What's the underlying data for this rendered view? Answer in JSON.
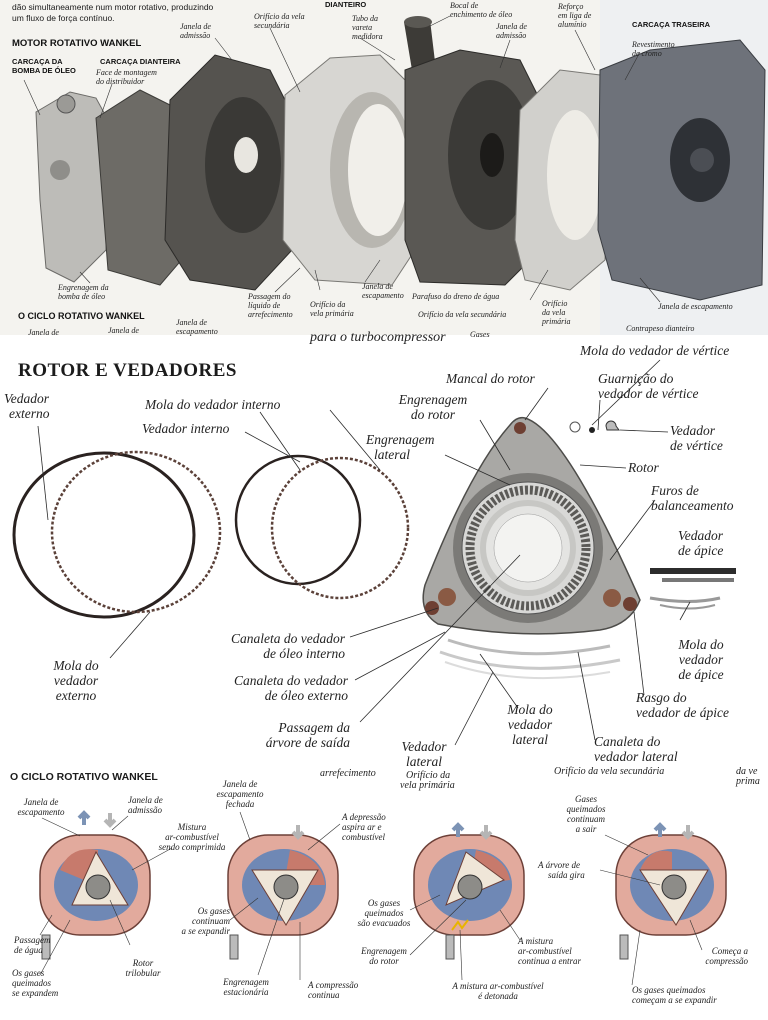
{
  "top": {
    "intro": [
      "dão simultaneamente num motor rotativo, produzindo",
      "um fluxo de força contínuo."
    ],
    "section_title": "MOTOR ROTATIVO WANKEL",
    "cycle_title": "O CICLO ROTATIVO WANKEL",
    "labels": {
      "carcaca_bomba": [
        "CARCAÇA DA",
        "BOMBA DE ÓLEO"
      ],
      "carcaca_dianteira": "CARCAÇA DIANTEIRA",
      "face_montagem": [
        "Face de montagem",
        "do distribuidor"
      ],
      "janela_admissao_1": [
        "Janela de",
        "admissão"
      ],
      "orificio_vela_sec": [
        "Orifício da vela",
        "secundária"
      ],
      "dianteiro": "DIANTEIRO",
      "tubo_vareta": [
        "Tubo da",
        "vareta",
        "medidora"
      ],
      "bocal": [
        "Bocal de",
        "enchimento de óleo"
      ],
      "janela_admissao_2": [
        "Janela de",
        "admissão"
      ],
      "reforco": [
        "Reforço",
        "em liga de",
        "alumínio"
      ],
      "carcaca_traseira": "CARCAÇA TRASEIRA",
      "revestimento": [
        "Revestimento",
        "de cromo"
      ],
      "engrenagem_bomba": [
        "Engrenagem da",
        "bomba de óleo"
      ],
      "passagem_liquido": [
        "Passagem do",
        "líquido de",
        "arrefecimento"
      ],
      "orificio_vela_prim": [
        "Orifício da",
        "vela primária"
      ],
      "janela_escape_1": [
        "Janela de",
        "escapamento"
      ],
      "parafuso_dreno": "Parafuso do dreno de água",
      "orificio_vela_sec_2": "Orifício da vela secundária",
      "orificio_vela_prim_2": [
        "Orifício",
        "da vela",
        "primária"
      ],
      "janela_escape_2": "Janela de escapamento",
      "contrapeso": "Contrapeso dianteiro",
      "cut_janela_1": "Janela de",
      "cut_janela_2": "Janela de",
      "cut_janela_3": [
        "Janela de",
        "escapamento"
      ],
      "cut_gases": "Gases",
      "cut_turbo": "para o turbocompressor"
    }
  },
  "middle": {
    "title": "ROTOR E VEDADORES",
    "labels": {
      "vedador_externo": [
        "Vedador",
        "externo"
      ],
      "mola_vedador_interno": "Mola do vedador  interno",
      "vedador_interno": "Vedador  interno",
      "mancal_rotor": "Mancal do rotor",
      "engrenagem_rotor": [
        "Engrenagem",
        "do rotor"
      ],
      "engrenagem_lateral": [
        "Engrenagem",
        "lateral"
      ],
      "mola_vedador_vertice": "Mola do vedador de vértice",
      "guarnicao": [
        "Guarnição do",
        "vedador de vértice"
      ],
      "vedador_vertice": [
        "Vedador",
        "de vértice"
      ],
      "rotor": "Rotor",
      "furos": [
        "Furos de",
        "balanceamento"
      ],
      "vedador_apice": [
        "Vedador",
        "de ápice"
      ],
      "mola_vedador_apice": [
        "Mola do",
        "vedador",
        "de ápice"
      ],
      "canaleta_interno": [
        "Canaleta do vedador",
        "de óleo interno"
      ],
      "canaleta_externo": [
        "Canaleta do vedador",
        "de óleo externo"
      ],
      "mola_vedador_externo": [
        "Mola do",
        "vedador",
        "externo"
      ],
      "passagem_arvore": [
        "Passagem da",
        "árvore de saída"
      ],
      "mola_vedador_lateral": [
        "Mola do",
        "vedador",
        "lateral"
      ],
      "rasgo": [
        "Rasgo do",
        "vedador de ápice"
      ],
      "vedador_lateral": [
        "Vedador",
        "lateral"
      ],
      "canaleta_lateral": [
        "Canaleta do",
        "vedador lateral"
      ],
      "cut_arref": "arrefecimento",
      "cut_orif_prim": [
        "Orifício da",
        "vela primária"
      ],
      "cut_orif_sec": "Orifício da vela secundária",
      "cut_right": [
        "da ve",
        "prima"
      ]
    }
  },
  "bottom": {
    "title": "O CICLO ROTATIVO WANKEL",
    "labels": {
      "janela_escapamento": [
        "Janela de",
        "escapamento"
      ],
      "janela_admissao": [
        "Janela de",
        "admissão"
      ],
      "mistura_comprimida": [
        "Mistura",
        "ar-combustível",
        "sendo comprimida"
      ],
      "passagem_agua": [
        "Passagem",
        "de água"
      ],
      "gases_expandem": [
        "Os gases",
        "queimados",
        "se expandem"
      ],
      "rotor_trilobular": [
        "Rotor",
        "trilobular"
      ],
      "janela_escape_fechada": [
        "Janela de",
        "escapamento",
        "fechada"
      ],
      "depressao": [
        "A depressão",
        "aspira ar e",
        "combustível"
      ],
      "gases_continuam": [
        "Os gases",
        "continuam",
        "a se expandir"
      ],
      "engrenagem_estacionaria": [
        "Engrenagem",
        "estacionária"
      ],
      "compressao_continua": [
        "A compressão",
        "continua"
      ],
      "gases_evacuados": [
        "Os gases",
        "queimados",
        "são evacuados"
      ],
      "engrenagem_rotor": [
        "Engrenagem",
        "do rotor"
      ],
      "mistura_entrar": [
        "A mistura",
        "ar-combustível",
        "continua a entrar"
      ],
      "mistura_detonada": [
        "A mistura ar-combustível",
        "é detonada"
      ],
      "gases_sair": [
        "Gases",
        "queimados",
        "continuam",
        "a sair"
      ],
      "arvore_gira": [
        "A árvore de",
        "saída gira"
      ],
      "comeca_compressao": [
        "Começa a",
        "compressão"
      ],
      "gases_comecam": [
        "Os gases queimados",
        "começam a se expandir"
      ]
    }
  },
  "colors": {
    "housing_dark": "#5b5a57",
    "housing_light": "#cfcfcc",
    "ring_dark": "#3a2f2c",
    "rotor_metal": "#a8a7a4",
    "chamber_red": "#c77a6c",
    "chamber_blue": "#6f88b5",
    "housing_pink": "#e6b8ab"
  }
}
